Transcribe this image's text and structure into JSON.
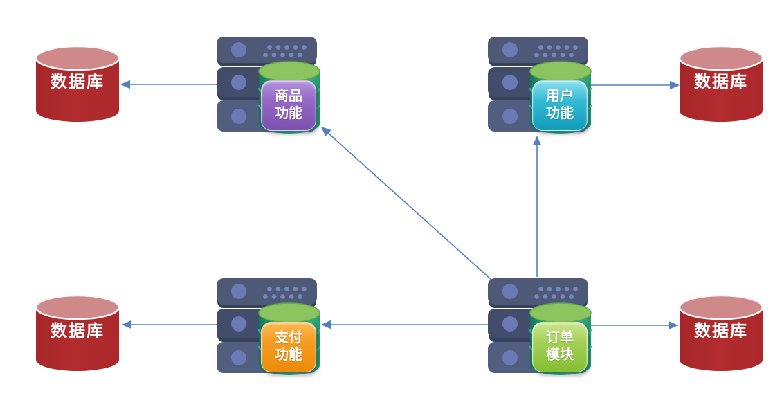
{
  "diagram": {
    "type": "architecture-diagram",
    "background_color": "#ffffff",
    "arrow_color": "#4f81bd",
    "database_body_color": "#b22c2e",
    "database_top_color": "#d0898b",
    "server_bar_colors": [
      "#4d5976",
      "#414d6a",
      "#525e80"
    ],
    "cylinder_top_color": "#8cc55f",
    "cylinder_body_color": "#2ba57b",
    "databases": [
      {
        "id": "db-top-left",
        "label": "数据库"
      },
      {
        "id": "db-top-right",
        "label": "数据库"
      },
      {
        "id": "db-bottom-left",
        "label": "数据库"
      },
      {
        "id": "db-bottom-right",
        "label": "数据库"
      }
    ],
    "modules": [
      {
        "id": "product-function",
        "lines": [
          "商品",
          "功能"
        ],
        "badge_color": "#9568c6"
      },
      {
        "id": "user-function",
        "lines": [
          "用户",
          "功能"
        ],
        "badge_color": "#35bad5"
      },
      {
        "id": "payment-function",
        "lines": [
          "支付",
          "功能"
        ],
        "badge_color": "#f69d24"
      },
      {
        "id": "order-module",
        "lines": [
          "订单",
          "模块"
        ],
        "badge_color": "#a3d057"
      }
    ],
    "connections": [
      {
        "from": "product-function",
        "to": "db-top-left"
      },
      {
        "from": "user-function",
        "to": "db-top-right"
      },
      {
        "from": "order-module",
        "to": "product-function"
      },
      {
        "from": "order-module",
        "to": "user-function"
      },
      {
        "from": "order-module",
        "to": "payment-function"
      },
      {
        "from": "payment-function",
        "to": "db-bottom-left"
      },
      {
        "from": "order-module",
        "to": "db-bottom-right"
      }
    ]
  }
}
